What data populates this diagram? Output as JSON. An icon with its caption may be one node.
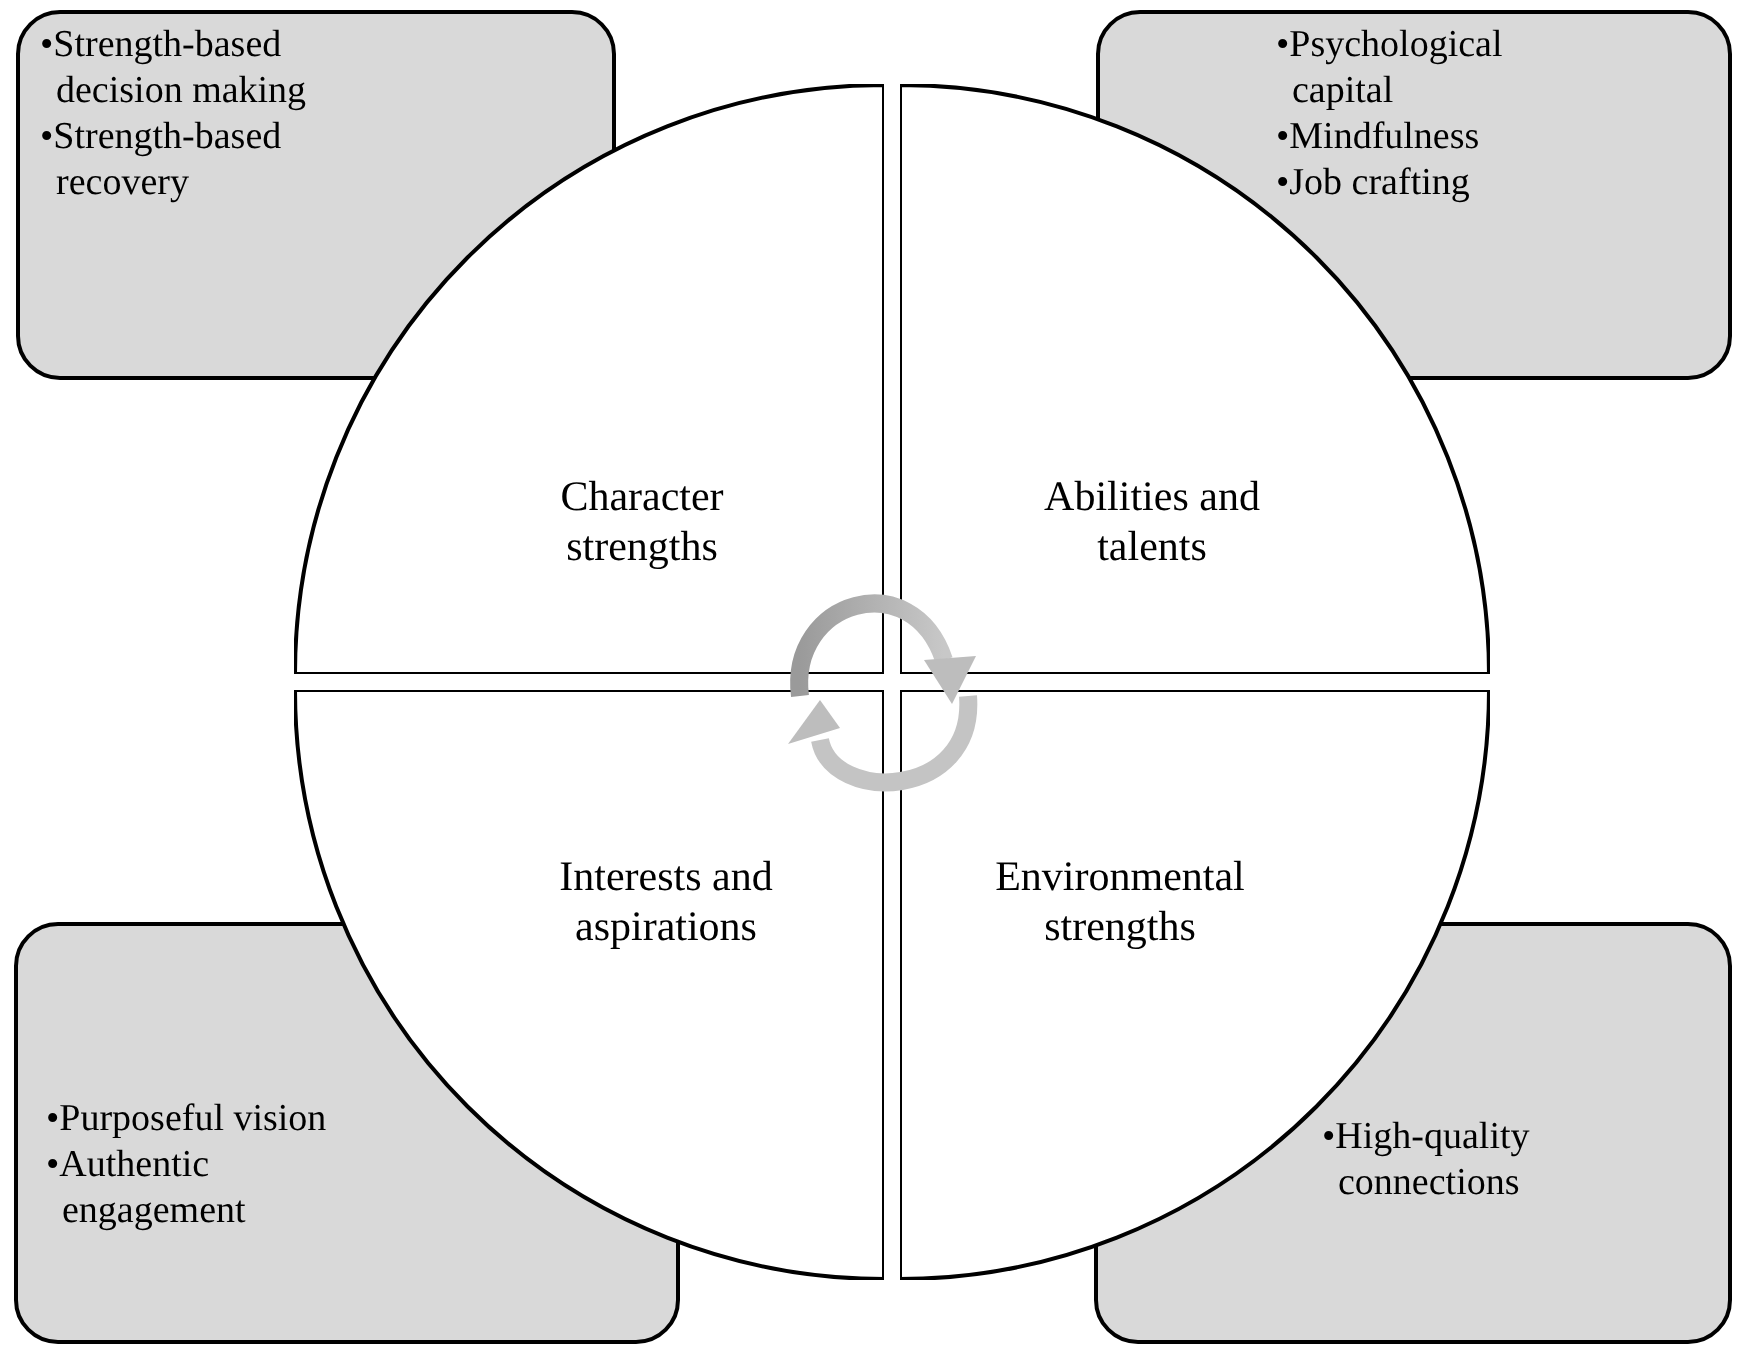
{
  "diagram": {
    "nodes": [
      {
        "text": [
          "•Strength-based decision making",
          "•Strength-based recovery"
        ]
      },
      {
        "text": [
          "•Psychological capital",
          "•Mindfulness",
          "•Job crafting"
        ]
      },
      {
        "text": [
          "•Purposeful vision",
          "•Authentic engagement"
        ]
      },
      {
        "text": [
          "•High-quality connections"
        ]
      },
      {
        "text": [
          "Character strengths"
        ]
      },
      {
        "text": [
          "Abilities and talents"
        ]
      },
      {
        "text": [
          "Interests and aspirations"
        ]
      },
      {
        "text": [
          "Environmental strengths"
        ]
      }
    ]
  }
}
